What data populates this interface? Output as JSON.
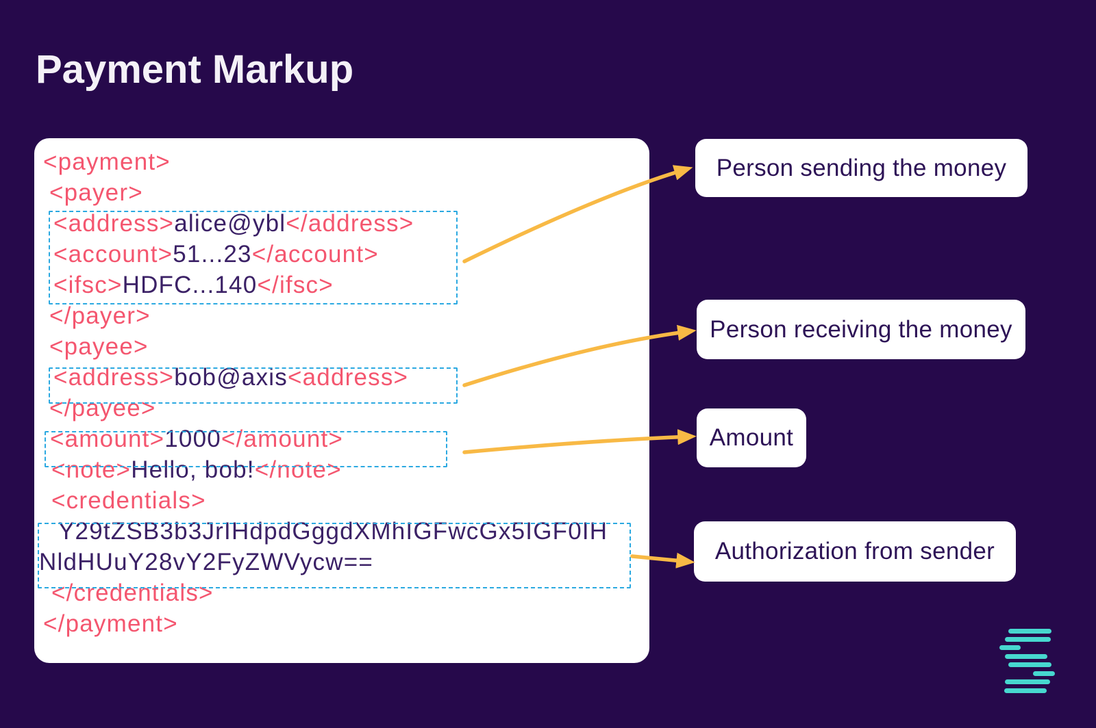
{
  "title": "Payment Markup",
  "colors": {
    "background": "#26094b",
    "card": "#ffffff",
    "tag_pink": "#f4566f",
    "value_purple": "#3b2166",
    "label_text": "#2d1356",
    "dashed_highlight_blue": "#2ba9e1",
    "arrow_yellow": "#f8b945",
    "logo_teal": "#47d8cf",
    "title_text": "#f4f1f7"
  },
  "icons": {
    "logo": "stacked-bars-s-logo-icon"
  },
  "code": {
    "lines": [
      {
        "indent": 13,
        "segments": [
          {
            "type": "tag",
            "text": "<payment>"
          }
        ]
      },
      {
        "indent": 22,
        "segments": [
          {
            "type": "tag",
            "text": "<payer>"
          }
        ]
      },
      {
        "indent": 28,
        "segments": [
          {
            "type": "tag",
            "text": "<address>"
          },
          {
            "type": "val",
            "text": "alice@ybl"
          },
          {
            "type": "tag",
            "text": "</address>"
          }
        ]
      },
      {
        "indent": 28,
        "segments": [
          {
            "type": "tag",
            "text": "<account>"
          },
          {
            "type": "val",
            "text": "51...23"
          },
          {
            "type": "tag",
            "text": "</account>"
          }
        ]
      },
      {
        "indent": 28,
        "segments": [
          {
            "type": "tag",
            "text": "<ifsc>"
          },
          {
            "type": "val",
            "text": "HDFC...140"
          },
          {
            "type": "tag",
            "text": "</ifsc>"
          }
        ]
      },
      {
        "indent": 22,
        "segments": [
          {
            "type": "tag",
            "text": "</payer>"
          }
        ]
      },
      {
        "indent": 22,
        "segments": [
          {
            "type": "tag",
            "text": "<payee>"
          }
        ]
      },
      {
        "indent": 28,
        "segments": [
          {
            "type": "tag",
            "text": "<address>"
          },
          {
            "type": "val",
            "text": "bob@axis"
          },
          {
            "type": "tag",
            "text": "<address>"
          }
        ]
      },
      {
        "indent": 22,
        "segments": [
          {
            "type": "tag",
            "text": "</payee>"
          }
        ]
      },
      {
        "indent": 23,
        "segments": [
          {
            "type": "tag",
            "text": "<amount>"
          },
          {
            "type": "val",
            "text": "1000"
          },
          {
            "type": "tag",
            "text": "</amount>"
          }
        ]
      },
      {
        "indent": 25,
        "segments": [
          {
            "type": "tag",
            "text": "<note>"
          },
          {
            "type": "val",
            "text": "Hello, bob!"
          },
          {
            "type": "tag",
            "text": "</note>"
          }
        ]
      },
      {
        "indent": 25,
        "segments": [
          {
            "type": "tag",
            "text": "<credentials>"
          }
        ]
      },
      {
        "indent": 35,
        "segments": [
          {
            "type": "val",
            "text": "Y29tZSB3b3JrIHdpdGggdXMhIGFwcGx5IGF0IH"
          }
        ]
      },
      {
        "indent": 7,
        "segments": [
          {
            "type": "val",
            "text": "NldHUuY28vY2FyZWVycw=="
          }
        ]
      },
      {
        "indent": 25,
        "segments": [
          {
            "type": "tag",
            "text": "</credentials>"
          }
        ]
      },
      {
        "indent": 13,
        "segments": [
          {
            "type": "tag",
            "text": "</payment>"
          }
        ]
      }
    ]
  },
  "highlights": [
    {
      "id": "hl-payer",
      "around": "payer address, account, ifsc"
    },
    {
      "id": "hl-payee",
      "around": "payee address"
    },
    {
      "id": "hl-amount",
      "around": "amount"
    },
    {
      "id": "hl-credentials",
      "around": "credentials value"
    }
  ],
  "callouts": [
    {
      "text": "Person sending the money"
    },
    {
      "text": "Person receiving the money"
    },
    {
      "text": "Amount"
    },
    {
      "text": "Authorization from sender"
    }
  ],
  "arrows": [
    {
      "id": "arrow-payer",
      "from": "payer-highlight",
      "to": "callout-person-sending"
    },
    {
      "id": "arrow-payee",
      "from": "payee-highlight",
      "to": "callout-person-receiving"
    },
    {
      "id": "arrow-amount",
      "from": "amount-highlight",
      "to": "callout-amount"
    },
    {
      "id": "arrow-credentials",
      "from": "credentials-highlight",
      "to": "callout-authorization"
    }
  ]
}
